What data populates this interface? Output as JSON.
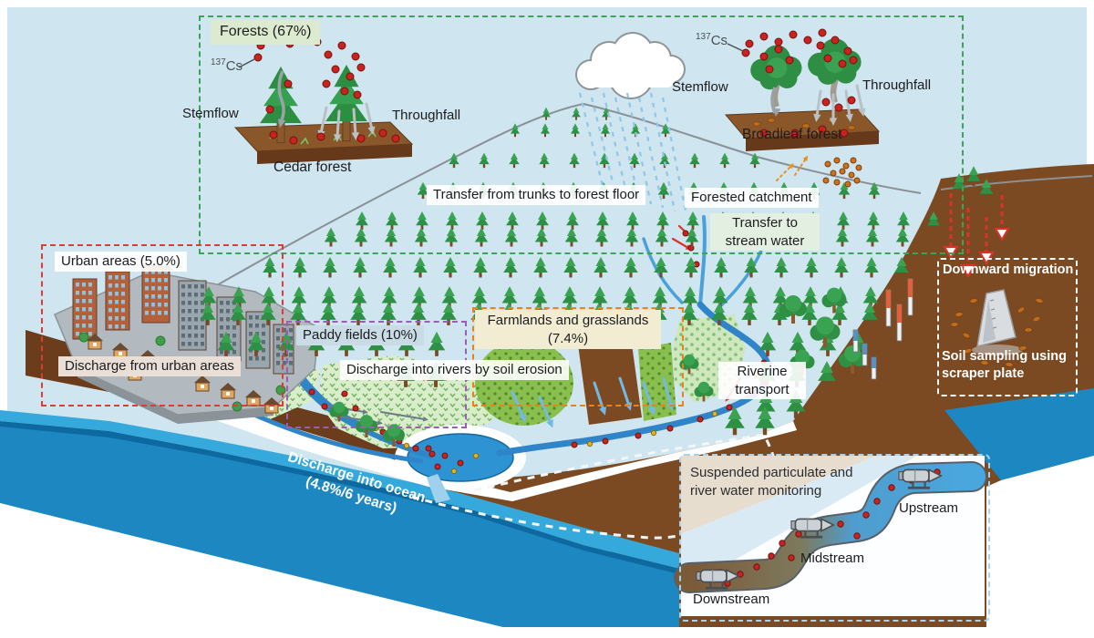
{
  "boxes": {
    "forests": "Forests (67%)",
    "urban": "Urban areas (5.0%)",
    "paddy": "Paddy fields (10%)",
    "farmlands_line1": "Farmlands and grasslands",
    "farmlands_line2": "(7.4%)"
  },
  "isotope": {
    "mass": "137",
    "element": "Cs"
  },
  "cedar": {
    "stemflow": "Stemflow",
    "throughfall": "Throughfall",
    "caption": "Cedar forest"
  },
  "broadleaf": {
    "stemflow": "Stemflow",
    "throughfall": "Throughfall",
    "caption": "Broadleaf forest"
  },
  "labels": {
    "trunks_to_floor": "Transfer from trunks to forest floor",
    "forested_catchment": "Forested catchment",
    "transfer_stream_1": "Transfer to",
    "transfer_stream_2": "stream water",
    "discharge_urban": "Discharge from urban areas",
    "discharge_rivers": "Discharge into rivers by soil erosion",
    "riverine_1": "Riverine",
    "riverine_2": "transport",
    "ocean_1": "Discharge into ocean",
    "ocean_2": "(4.8%/6 years)",
    "downward": "Downward migration",
    "soil_sampling_1": "Soil sampling using",
    "soil_sampling_2": "scraper plate"
  },
  "monitoring": {
    "title_1": "Suspended particulate and",
    "title_2": "river water monitoring",
    "upstream": "Upstream",
    "midstream": "Midstream",
    "downstream": "Downstream"
  },
  "colors": {
    "sky": "#cfe5ef",
    "forest_box": "#3aa557",
    "urban_box": "#e03a34",
    "paddy_box": "#9a5fb5",
    "farmland_box": "#e8821d",
    "ocean": "#1d87c2",
    "soil": "#7b4a22",
    "tree_green": "#2c9144",
    "cs_particle": "#c8231e"
  }
}
